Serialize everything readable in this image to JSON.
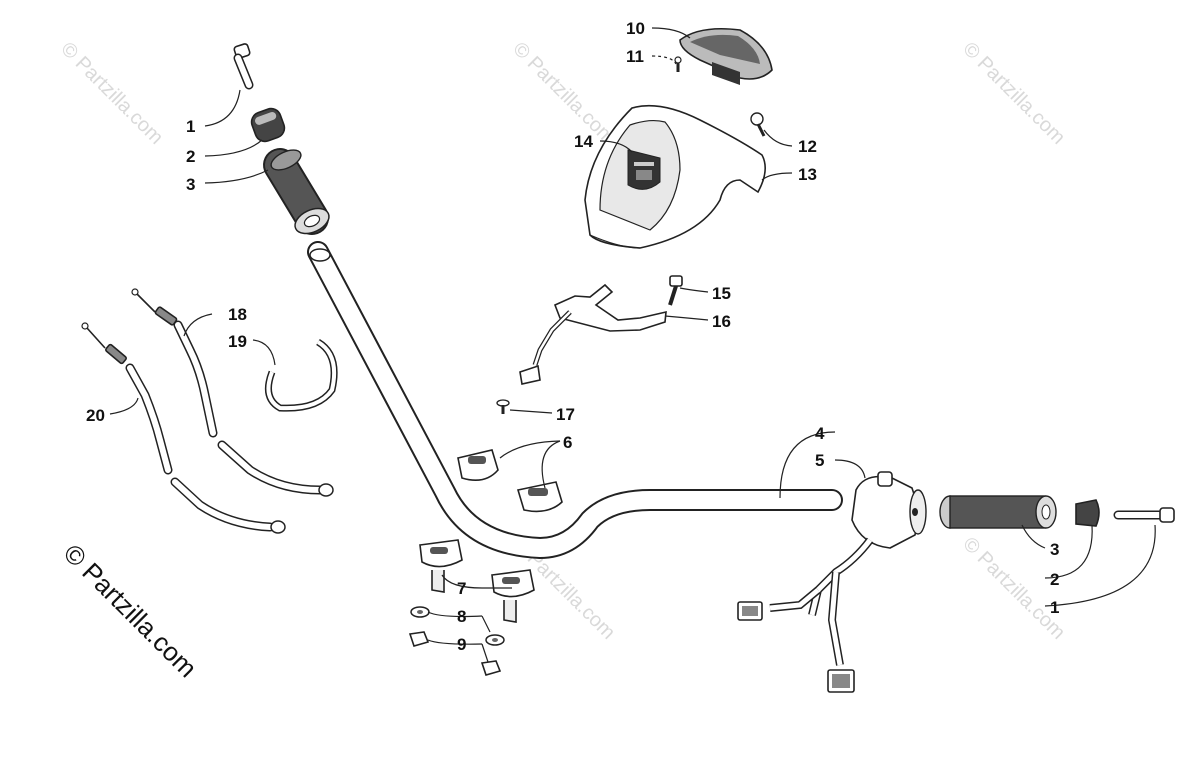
{
  "watermark": {
    "text": "© Partzilla.com"
  },
  "copyright": {
    "text": "© Partzilla.com"
  },
  "callouts": [
    {
      "id": "c1a",
      "label": "1"
    },
    {
      "id": "c2a",
      "label": "2"
    },
    {
      "id": "c3a",
      "label": "3"
    },
    {
      "id": "c10",
      "label": "10"
    },
    {
      "id": "c11",
      "label": "11"
    },
    {
      "id": "c12",
      "label": "12"
    },
    {
      "id": "c13",
      "label": "13"
    },
    {
      "id": "c14",
      "label": "14"
    },
    {
      "id": "c15",
      "label": "15"
    },
    {
      "id": "c16",
      "label": "16"
    },
    {
      "id": "c17",
      "label": "17"
    },
    {
      "id": "c18",
      "label": "18"
    },
    {
      "id": "c19",
      "label": "19"
    },
    {
      "id": "c20",
      "label": "20"
    },
    {
      "id": "c6",
      "label": "6"
    },
    {
      "id": "c4",
      "label": "4"
    },
    {
      "id": "c5",
      "label": "5"
    },
    {
      "id": "c7",
      "label": "7"
    },
    {
      "id": "c8",
      "label": "8"
    },
    {
      "id": "c9",
      "label": "9"
    },
    {
      "id": "c3b",
      "label": "3"
    },
    {
      "id": "c2b",
      "label": "2"
    },
    {
      "id": "c1b",
      "label": "1"
    }
  ]
}
